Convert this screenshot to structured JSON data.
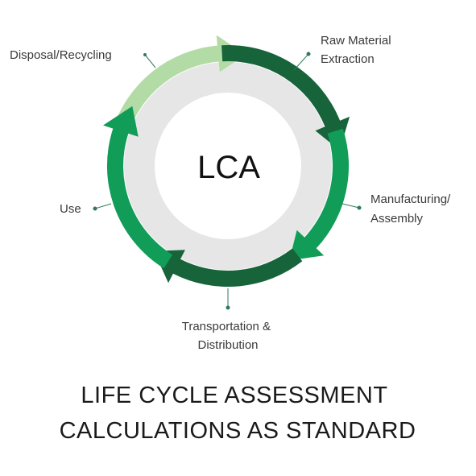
{
  "center_label": "LCA",
  "stages": [
    {
      "id": "raw-material",
      "lines": [
        "Raw Material",
        "Extraction"
      ],
      "color": "#17633a"
    },
    {
      "id": "manufacturing",
      "lines": [
        "Manufacturing/",
        "Assembly"
      ],
      "color": "#119c58"
    },
    {
      "id": "transportation",
      "lines": [
        "Transportation &",
        "Distribution"
      ],
      "color": "#17633a"
    },
    {
      "id": "use",
      "lines": [
        "Use"
      ],
      "color": "#119c58"
    },
    {
      "id": "disposal",
      "lines": [
        "Disposal/Recycling"
      ],
      "color": "#b3dba6"
    }
  ],
  "caption": {
    "line1": "LIFE CYCLE ASSESSMENT",
    "line2": "CALCULATIONS AS STANDARD"
  },
  "colors": {
    "inner_ring": "#e6e6e6",
    "connector": "#2f7a58"
  }
}
